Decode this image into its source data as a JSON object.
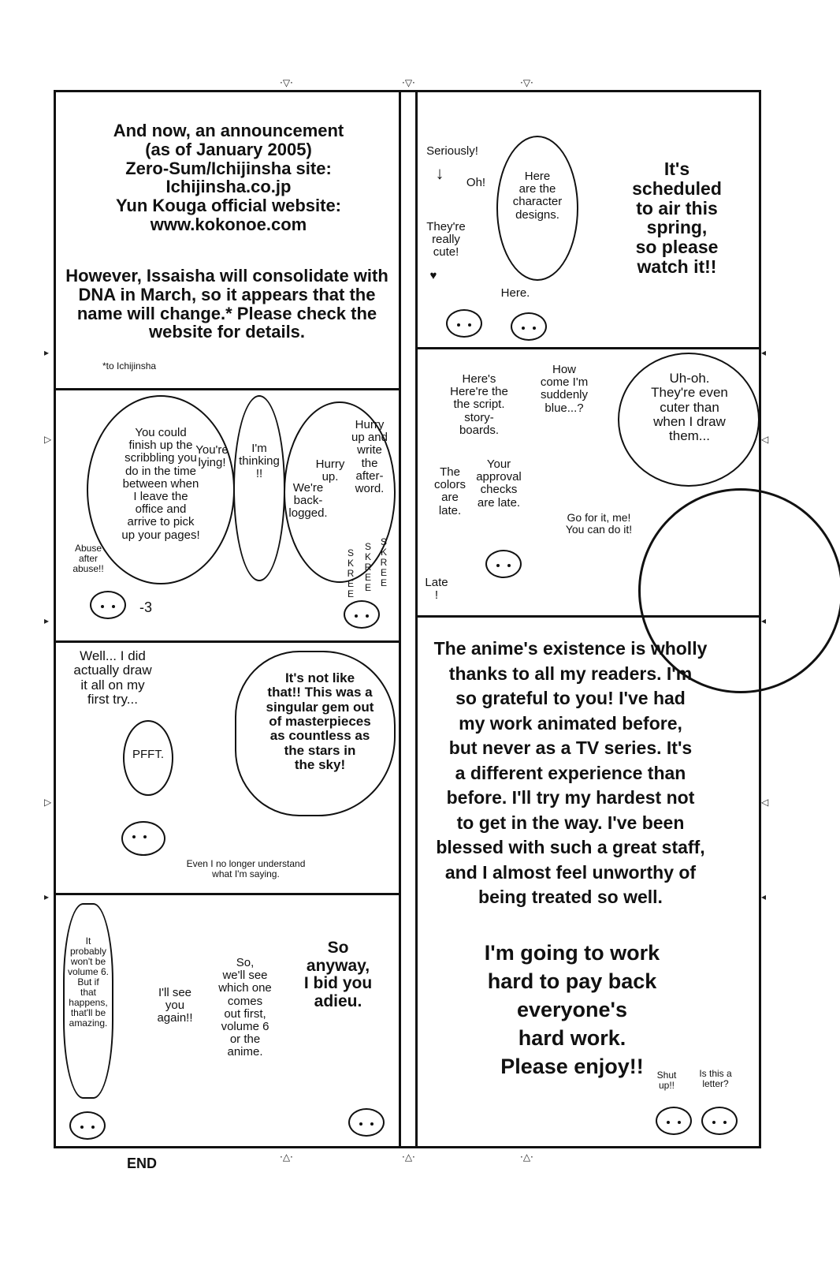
{
  "announcement": {
    "title": "And now, an announcement\n(as of January 2005)\nZero-Sum/Ichijinsha site:\nIchijinsha.co.jp\nYun Kouga official website:\nwww.kokonoe.com",
    "body": "However, Issaisha will consolidate with\nDNA in March, so it appears that the\nname will change.* Please check the\nwebsite for details.",
    "footnote": "*to Ichijinsha"
  },
  "panel_designs": {
    "seriously": "Seriously!",
    "oh": "Oh!",
    "bubble": "Here\nare the\ncharacter\ndesigns.",
    "cute": "They're\nreally\ncute!",
    "here": "Here.",
    "heart": "♥",
    "scheduled": "It's\nscheduled\nto air this\nspring,\nso please\nwatch it!!"
  },
  "panel_pages": {
    "bubble1": "You could\nfinish up the\nscribbling you\ndo in the time\nbetween when\nI leave the\noffice and\narrive to pick\nup your pages!",
    "lying": "You're\nlying!",
    "thinking": "I'm\nthinking\n!!",
    "hurry1": "Hurry\nup and\nwrite\nthe\nafter-\nword.",
    "hurry2": "Hurry\nup.",
    "backlogged": "We're\nback-\nlogged.",
    "abuse": "Abuse\nafter\nabuse!!",
    "skree": "SKREE",
    "three": "-3"
  },
  "panel_script": {
    "script": "Here's\nHere're the\nthe script.\nstory-\nboards.",
    "blue": "How\ncome I'm\nsuddenly\nblue...?",
    "colors": "The\ncolors\nare\nlate.",
    "approval": "Your\napproval\nchecks\nare late.",
    "late": "Late\n!",
    "cuter": "Uh-oh.\nThey're even\ncuter than\nwhen I draw\nthem...",
    "goforit": "Go for it, me!\nYou can do it!"
  },
  "panel_firsttry": {
    "well": "Well... I did\nactually draw\nit all on my\nfirst try...",
    "pfft": "PFFT.",
    "gem": "It's not like\nthat!! This was a\nsingular gem out\nof masterpieces\nas countless as\nthe stars in\nthe sky!",
    "understand": "Even I no longer understand\nwhat I'm saying."
  },
  "panel_adieu": {
    "volume": "It\nprobably\nwon't be\nvolume 6.\nBut if\nthat\nhappens,\nthat'll be\namazing.",
    "seeyou": "I'll see\nyou\nagain!!",
    "whichone": "So,\nwe'll see\nwhich one\ncomes\nout first,\nvolume 6\nor the\nanime.",
    "adieu": "So\nanyway,\nI bid you\nadieu."
  },
  "panel_thanks": {
    "body": "The anime's existence is wholly\nthanks to all my readers. I'm\nso grateful to you! I've had\nmy work animated before,\nbut never as a TV series. It's\na different experience than\nbefore. I'll try my hardest not\nto get in the way. I've been\nblessed with such a great staff,\nand I almost feel unworthy of\nbeing treated so well.",
    "closing": "I'm going to work\nhard to pay back\neveryone's\nhard work.\nPlease enjoy!!",
    "shut": "Shut\nup!!",
    "letter": "Is this a\nletter?"
  },
  "footer": {
    "end": "END"
  }
}
